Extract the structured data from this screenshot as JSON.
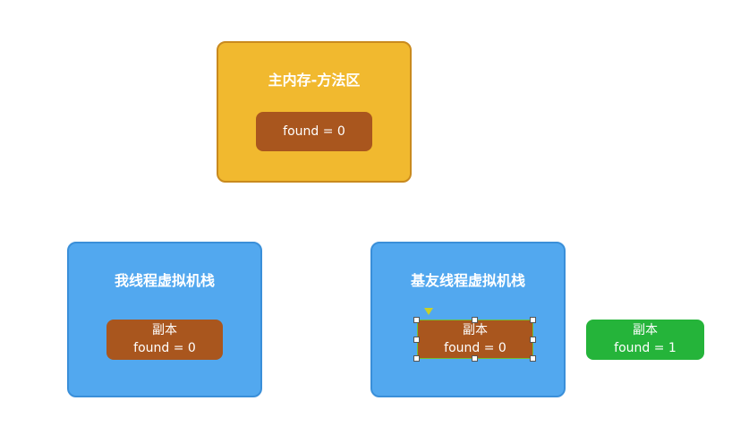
{
  "main_memory": {
    "title": "主内存-方法区",
    "variable": "found = 0"
  },
  "my_thread_stack": {
    "title": "我线程虚拟机栈",
    "copy_label": "副本",
    "variable": "found = 0"
  },
  "friend_thread_stack": {
    "title": "基友线程虚拟机栈",
    "copy_label": "副本",
    "variable": "found = 0"
  },
  "updated_copy": {
    "copy_label": "副本",
    "variable": "found = 1"
  },
  "colors": {
    "main_memory_fill": "#f1b92f",
    "thread_stack_fill": "#52a8ef",
    "variable_fill": "#a9561e",
    "updated_copy_fill": "#25b43a"
  }
}
